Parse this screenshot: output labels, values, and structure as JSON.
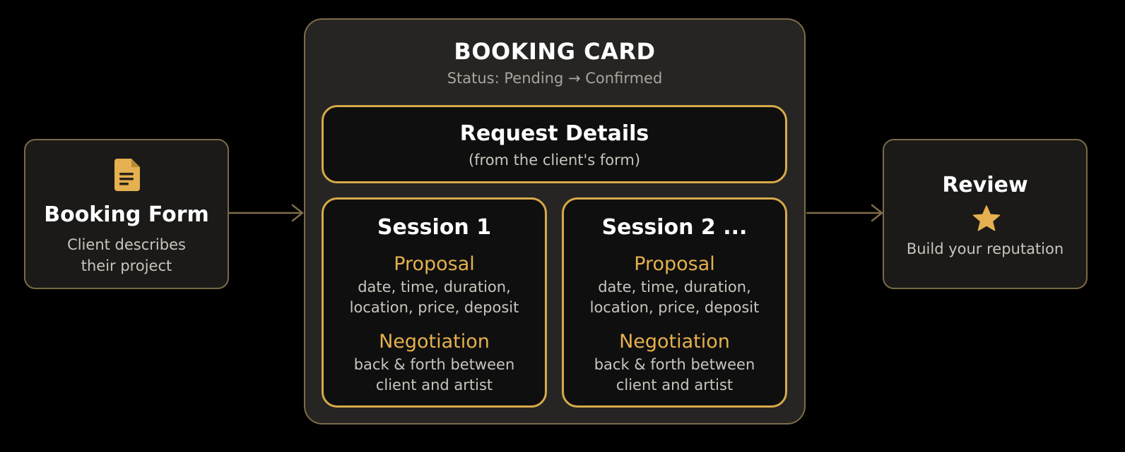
{
  "colors": {
    "background": "#000000",
    "card_fill": "#262523",
    "card_border": "#7d6c4a",
    "inner_fill": "#0f0f0f",
    "gold_border": "#d7a94a",
    "gold_text": "#e5b04f",
    "muted_text": "#c9c5bd"
  },
  "booking_form": {
    "icon": "document-icon",
    "title": "Booking Form",
    "line1": "Client describes",
    "line2": "their project"
  },
  "booking_card": {
    "title": "BOOKING CARD",
    "status": "Status: Pending → Confirmed",
    "request_details": {
      "title": "Request Details",
      "subtitle": "(from the client's form)"
    },
    "sessions": [
      {
        "title": "Session 1",
        "proposal_label": "Proposal",
        "proposal_line1": "date, time, duration,",
        "proposal_line2": "location, price, deposit",
        "negotiation_label": "Negotiation",
        "negotiation_line1": "back & forth between",
        "negotiation_line2": "client and artist"
      },
      {
        "title": "Session 2 ...",
        "proposal_label": "Proposal",
        "proposal_line1": "date, time, duration,",
        "proposal_line2": "location, price, deposit",
        "negotiation_label": "Negotiation",
        "negotiation_line1": "back & forth between",
        "negotiation_line2": "client and artist"
      }
    ]
  },
  "review": {
    "title": "Review",
    "icon": "star-icon",
    "subtitle": "Build your reputation"
  }
}
